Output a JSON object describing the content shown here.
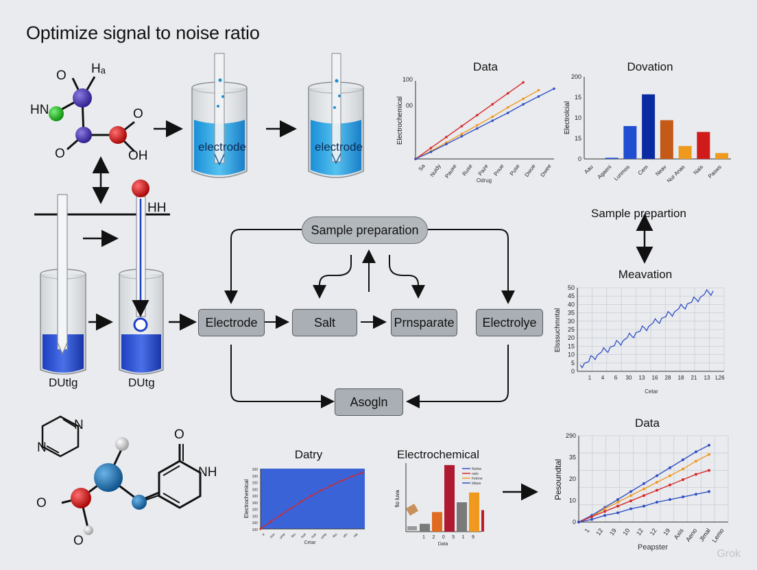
{
  "title": "Optimize signal to noise ratio",
  "molecule_top": {
    "atoms": [
      "Hₐ",
      "O",
      "HN",
      "O",
      "O",
      "OH"
    ]
  },
  "beakers_top": {
    "label1": "electrode",
    "label2": "electrode"
  },
  "dip": {
    "hh_label": "HH",
    "beaker1_label": "DUtlg",
    "beaker2_label": "DUtg"
  },
  "flow": {
    "sample_prep": "Sample preparation",
    "electrode": "Electrode",
    "salt": "Salt",
    "prnsparate": "Prnsparate",
    "electrolyte": "Electrolye",
    "asogln": "Asogln"
  },
  "right_flow": {
    "sample_prep": "Sample prepartion"
  },
  "molecule_bottom": {
    "atoms": [
      "N",
      "N",
      "O",
      "NH",
      "O",
      "O"
    ]
  },
  "colors": {
    "blue": "#2f4fc4",
    "red": "#d62828",
    "orange": "#ef9a1e",
    "box": "#a9afb4",
    "bar_blue": "#1f4fd0",
    "bar_navy": "#0a2aa0",
    "bar_rust": "#c45a18"
  },
  "watermark": "Grok",
  "chart_data": [
    {
      "type": "line",
      "title": "Data",
      "ylabel": "Electrochemical",
      "xlabel": "Odrug",
      "y_tick_labels": [
        "100",
        "00"
      ],
      "x_tick_labels": [
        "Sa",
        "Nuidy",
        "Pauxe",
        "Ruse",
        "Paze",
        "Pnue",
        "Puse",
        "Dwue",
        "Dwee"
      ],
      "series": [
        {
          "color": "#d62828",
          "values": [
            0,
            14,
            28,
            42,
            56,
            70,
            84,
            98
          ]
        },
        {
          "color": "#ef9a1e",
          "values": [
            0,
            10,
            21,
            32,
            43,
            54,
            66,
            77,
            88
          ]
        },
        {
          "color": "#2f4fc4",
          "values": [
            0,
            9,
            19,
            29,
            39,
            49,
            59,
            70,
            80,
            90
          ]
        }
      ],
      "ylim": [
        0,
        100
      ]
    },
    {
      "type": "bar",
      "title": "Dovation",
      "ylabel": "Electrolcial",
      "y_tick_labels": [
        "200",
        "15",
        "10",
        "15",
        "0"
      ],
      "categories": [
        "Aau",
        "Agaeni",
        "Lunmos",
        "Cem",
        "Neav",
        "Nur Anas",
        "Nais",
        "Pasws"
      ],
      "values": [
        0,
        1,
        28,
        55,
        33,
        11,
        23,
        5
      ],
      "bar_colors": [
        "#1f4fd0",
        "#1f4fd0",
        "#1f4fd0",
        "#0a2aa0",
        "#c45a18",
        "#ef9a1e",
        "#d11a1a",
        "#ef9a1e"
      ],
      "ylim": [
        0,
        70
      ]
    },
    {
      "type": "line",
      "title": "Meavation",
      "ylabel": "Elsssuchmntal",
      "xlabel": "Cetar",
      "y_tick_labels": [
        "50",
        "45",
        "40",
        "35",
        "30",
        "25",
        "20",
        "15",
        "10",
        "5",
        "0"
      ],
      "x_tick_labels": [
        "1",
        "4",
        "6",
        "30",
        "13",
        "16",
        "28",
        "18",
        "21",
        "13",
        "L26"
      ],
      "series": [
        {
          "color": "#2f4fc4",
          "values": [
            4,
            5,
            6,
            9,
            10,
            12,
            13,
            15,
            16,
            18,
            19,
            21,
            22,
            24,
            25,
            27,
            28,
            30,
            31,
            33,
            34,
            36,
            37,
            39,
            40,
            42,
            43,
            45,
            46,
            48,
            49,
            50
          ]
        }
      ],
      "ylim": [
        0,
        52
      ]
    },
    {
      "type": "line",
      "title": "Datry",
      "ylabel": "Electrochemical",
      "xlabel": "Cetar",
      "y_tick_labels": [
        "100",
        "100",
        "100",
        "100",
        "100",
        "100",
        "100",
        "100",
        "100",
        "100"
      ],
      "x_tick_labels": [
        "a",
        "nuo",
        "ume",
        "leu",
        "nue",
        "nue",
        "ume",
        "leu",
        "uto",
        "nia"
      ],
      "series": [
        {
          "color": "#d62828",
          "values": [
            0,
            12,
            23,
            34,
            45,
            55,
            64,
            72,
            80,
            87,
            93
          ]
        }
      ],
      "ylim": [
        0,
        100
      ]
    },
    {
      "type": "bar",
      "title": "Electrochemical",
      "ylabel": "fio luva",
      "xlabel": "Data",
      "x_tick_labels": [
        "1",
        "2",
        "0",
        "5",
        "1",
        "9"
      ],
      "legend": [
        "Nctine",
        "nato",
        "Fetnne",
        "bitaas"
      ],
      "values": [
        8,
        20,
        68,
        30,
        40,
        22
      ],
      "bar_colors": [
        "#7a7a7a",
        "#e06a1e",
        "#b01a30",
        "#7a7a7a",
        "#ef9a1e",
        "#c11a2a"
      ],
      "ylim": [
        0,
        70
      ]
    },
    {
      "type": "line",
      "title": "Data",
      "ylabel": "Pesoundtal",
      "xlabel": "Peapster",
      "y_tick_labels": [
        "290",
        "35",
        "20",
        "10",
        "0"
      ],
      "x_tick_labels": [
        "1",
        "12",
        "19",
        "10",
        "12",
        "12",
        "19",
        "Axis",
        "Aeno",
        "Jlmal",
        "Lemo"
      ],
      "series": [
        {
          "color": "#2f4fc4",
          "values": [
            0,
            5,
            11,
            17,
            23,
            29,
            35,
            41,
            47,
            53,
            58
          ]
        },
        {
          "color": "#ef9a1e",
          "values": [
            0,
            4,
            10,
            15,
            20,
            25,
            30,
            35,
            40,
            46,
            51
          ]
        },
        {
          "color": "#d62828",
          "values": [
            0,
            4,
            8,
            12,
            16,
            20,
            24,
            28,
            32,
            36,
            39
          ]
        },
        {
          "color": "#2f4fc4",
          "values": [
            0,
            2,
            5,
            7,
            10,
            12,
            15,
            17,
            19,
            21,
            23
          ]
        }
      ],
      "ylim": [
        0,
        60
      ]
    }
  ]
}
